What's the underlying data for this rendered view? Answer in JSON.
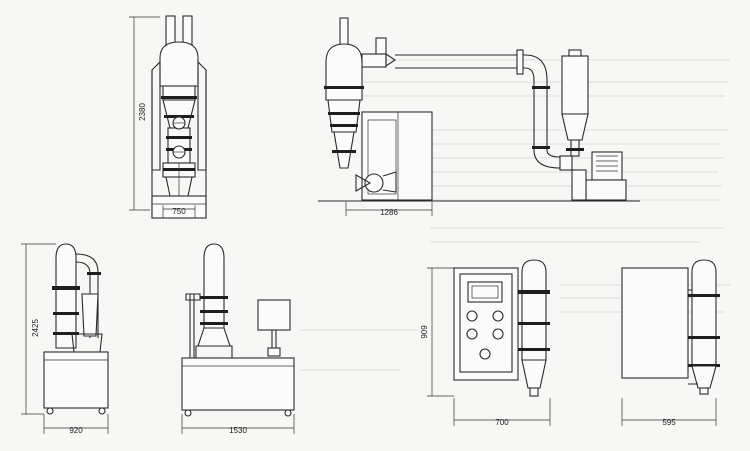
{
  "dimensions": {
    "view1_height": "2380",
    "view1_width": "750",
    "view2_width": "1286",
    "view3_height": "2425",
    "view3_width": "920",
    "view4_width": "1530",
    "view5_height": "909",
    "view5_width": "700",
    "view6_width": "595"
  },
  "colors": {
    "line": "#2a2a2a",
    "band": "#1e1e1e",
    "background": "#f7f7f5"
  }
}
